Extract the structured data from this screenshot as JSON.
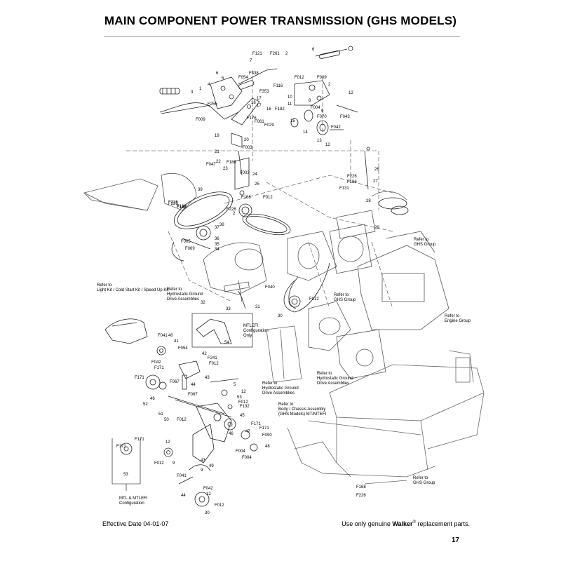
{
  "page": {
    "title": "MAIN COMPONENT POWER TRANSMISSION (GHS MODELS)",
    "effective_date": "Effective Date 04-01-07",
    "footer_prefix": "Use only genuine ",
    "footer_brand": "Walker",
    "footer_reg": "®",
    "footer_suffix": " replacement parts.",
    "page_number": "17"
  },
  "references": {
    "ref_ghs_1": [
      "Refer to",
      "GHS Group"
    ],
    "ref_ghs_2": [
      "Refer to",
      "GHS Group"
    ],
    "ref_ghs_3": [
      "Refer to",
      "GHS Group"
    ],
    "ref_engine": [
      "Refer to",
      "Engine Group"
    ],
    "ref_lightkit": [
      "Refer to",
      "Light Kit / Cold Start Kit / Speed Up Kit"
    ],
    "ref_hydro_1": [
      "Refer to",
      "Hydrostatic Ground",
      "Drive Assemblies"
    ],
    "ref_hydro_2": [
      "Refer to",
      "Hydrostatic Ground",
      "Drive Assemblies"
    ],
    "ref_hydro_3": [
      "Refer to",
      "Hydrostatic Ground",
      "Drive Assemblies"
    ],
    "ref_body": [
      "Refer to",
      "Body / Chassis Assembly",
      "(GHS Models) MT/MTEFI"
    ],
    "mtlefi_box": [
      "MTLEFI",
      "Configuration",
      "Only"
    ],
    "mtl_box": [
      "MTL & MTLEFI",
      "Configuration"
    ]
  },
  "labels": {
    "top": [
      "F121",
      "F261",
      "7",
      "2",
      "6",
      "F338",
      "F054",
      "5",
      "4",
      "6",
      "1",
      "3",
      "F353",
      "F255",
      "F009",
      "F012",
      "F009",
      "2",
      "F116",
      "16",
      "F182",
      "10",
      "11",
      "F004",
      "F070",
      "9",
      "8",
      "12",
      "F043",
      "15",
      "14",
      "13",
      "F042",
      "12",
      "17",
      "18",
      "F176",
      "F061",
      "F029",
      "17",
      "19",
      "20",
      "F003",
      "21",
      "22",
      "23",
      "24",
      "F186",
      "F003",
      "F047",
      "F226",
      "F168",
      "27",
      "26",
      "F226",
      "F186",
      "F131",
      "F012",
      "25",
      "F168"
    ],
    "middle": [
      "39",
      "F226",
      "F168",
      "38",
      "37",
      "36",
      "35",
      "34",
      "F005",
      "F069",
      "F226",
      "28",
      "29",
      "2",
      "32",
      "33",
      "F040",
      "31",
      "30",
      "F012"
    ],
    "lower": [
      "F041",
      "40",
      "41",
      "F054",
      "F042",
      "F171",
      "F241",
      "42",
      "F012",
      "F171",
      "44",
      "43",
      "52",
      "46",
      "F067",
      "F067",
      "5",
      "12",
      "53",
      "F012",
      "F132",
      "51",
      "50",
      "F012",
      "45",
      "46",
      "F171",
      "F171",
      "47",
      "F090",
      "F004",
      "48",
      "F004",
      "12",
      "F012",
      "9",
      "43",
      "9",
      "49",
      "F171",
      "F171",
      "53",
      "F041",
      "44",
      "F042",
      "12",
      "30",
      "F012",
      "F168",
      "F226",
      "54"
    ]
  }
}
